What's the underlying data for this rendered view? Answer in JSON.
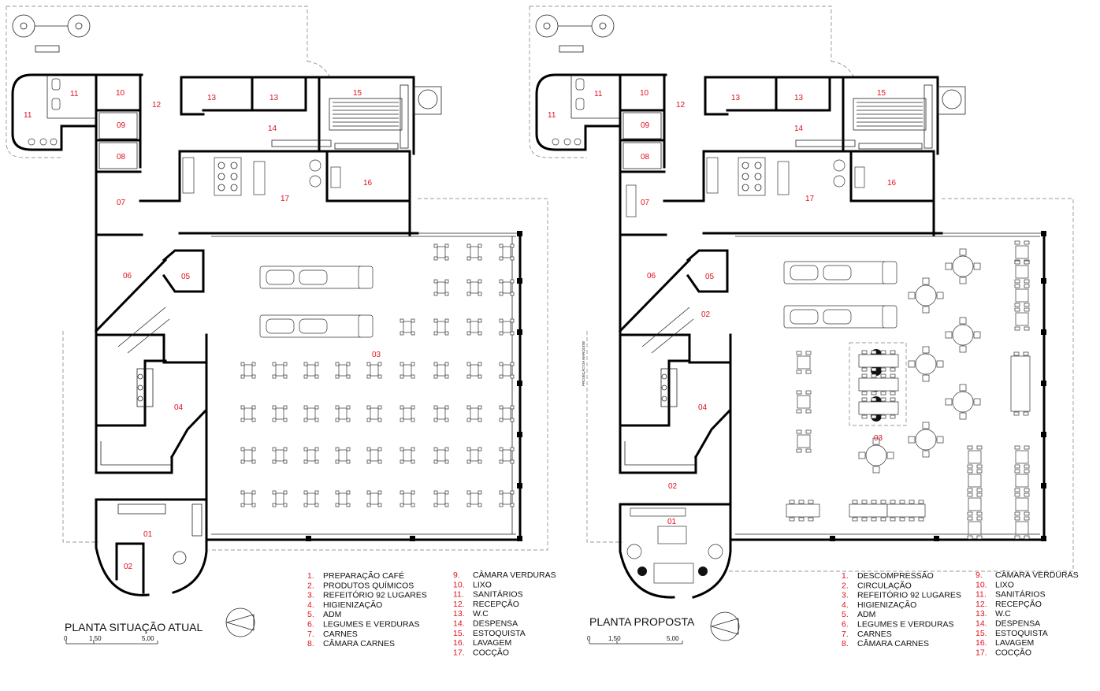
{
  "plans": [
    {
      "id": "atual",
      "title": "PLANTA SITUAÇÃO ATUAL",
      "scale": [
        "0",
        "1,50",
        "5,00"
      ],
      "rooms": [
        "01",
        "02",
        "03",
        "04",
        "05",
        "06",
        "07",
        "08",
        "09",
        "10",
        "11",
        "11",
        "12",
        "13",
        "13",
        "14",
        "15",
        "16",
        "17"
      ],
      "legend_col1": [
        {
          "n": "1.",
          "t": "PREPARAÇÃO CAFÉ"
        },
        {
          "n": "2.",
          "t": "PRODUTOS QUÍMICOS"
        },
        {
          "n": "3.",
          "t": "REFEITÓRIO 92 LUGARES"
        },
        {
          "n": "4.",
          "t": "HIGIENIZAÇÃO"
        },
        {
          "n": "5.",
          "t": "ADM"
        },
        {
          "n": "6.",
          "t": "LEGUMES E VERDURAS"
        },
        {
          "n": "7.",
          "t": "CARNES"
        },
        {
          "n": "8.",
          "t": "CÂMARA CARNES"
        }
      ],
      "legend_col2": [
        {
          "n": "9.",
          "t": "CÂMARA VERDURAS"
        },
        {
          "n": "10.",
          "t": "LIXO"
        },
        {
          "n": "11.",
          "t": "SANITÁRIOS"
        },
        {
          "n": "12.",
          "t": "RECEPÇÃO"
        },
        {
          "n": "13.",
          "t": "W.C"
        },
        {
          "n": "14.",
          "t": "DESPENSA"
        },
        {
          "n": "15.",
          "t": "ESTOQUISTA"
        },
        {
          "n": "16.",
          "t": "LAVAGEM"
        },
        {
          "n": "17.",
          "t": "COCÇÃO"
        }
      ]
    },
    {
      "id": "proposta",
      "title": "PLANTA PROPOSTA",
      "scale": [
        "0",
        "1,50",
        "5,00"
      ],
      "annotation": "PROJEÇÃO DA MARQUISE",
      "rooms": [
        "01",
        "02",
        "02",
        "03",
        "04",
        "05",
        "06",
        "07",
        "08",
        "09",
        "10",
        "11",
        "11",
        "12",
        "13",
        "13",
        "14",
        "15",
        "16",
        "17"
      ],
      "legend_col1": [
        {
          "n": "1.",
          "t": "DESCOMPRESSÃO"
        },
        {
          "n": "2.",
          "t": "CIRCULAÇÃO"
        },
        {
          "n": "3.",
          "t": "REFEITÓRIO 92 LUGARES"
        },
        {
          "n": "4.",
          "t": "HIGIENIZAÇÃO"
        },
        {
          "n": "5.",
          "t": "ADM"
        },
        {
          "n": "6.",
          "t": "LEGUMES E VERDURAS"
        },
        {
          "n": "7.",
          "t": "CARNES"
        },
        {
          "n": "8.",
          "t": "CÂMARA CARNES"
        }
      ],
      "legend_col2": [
        {
          "n": "9.",
          "t": "CÂMARA VERDURAS"
        },
        {
          "n": "10.",
          "t": "LIXO"
        },
        {
          "n": "11.",
          "t": "SANITÁRIOS"
        },
        {
          "n": "12.",
          "t": "RECEPÇÃO"
        },
        {
          "n": "13.",
          "t": "W.C"
        },
        {
          "n": "14.",
          "t": "DESPENSA"
        },
        {
          "n": "15.",
          "t": "ESTOQUISTA"
        },
        {
          "n": "16.",
          "t": "LAVAGEM"
        },
        {
          "n": "17.",
          "t": "COCÇÃO"
        }
      ]
    }
  ],
  "colors": {
    "room_number": "#e0101e",
    "wall": "#000000",
    "background": "#ffffff"
  }
}
